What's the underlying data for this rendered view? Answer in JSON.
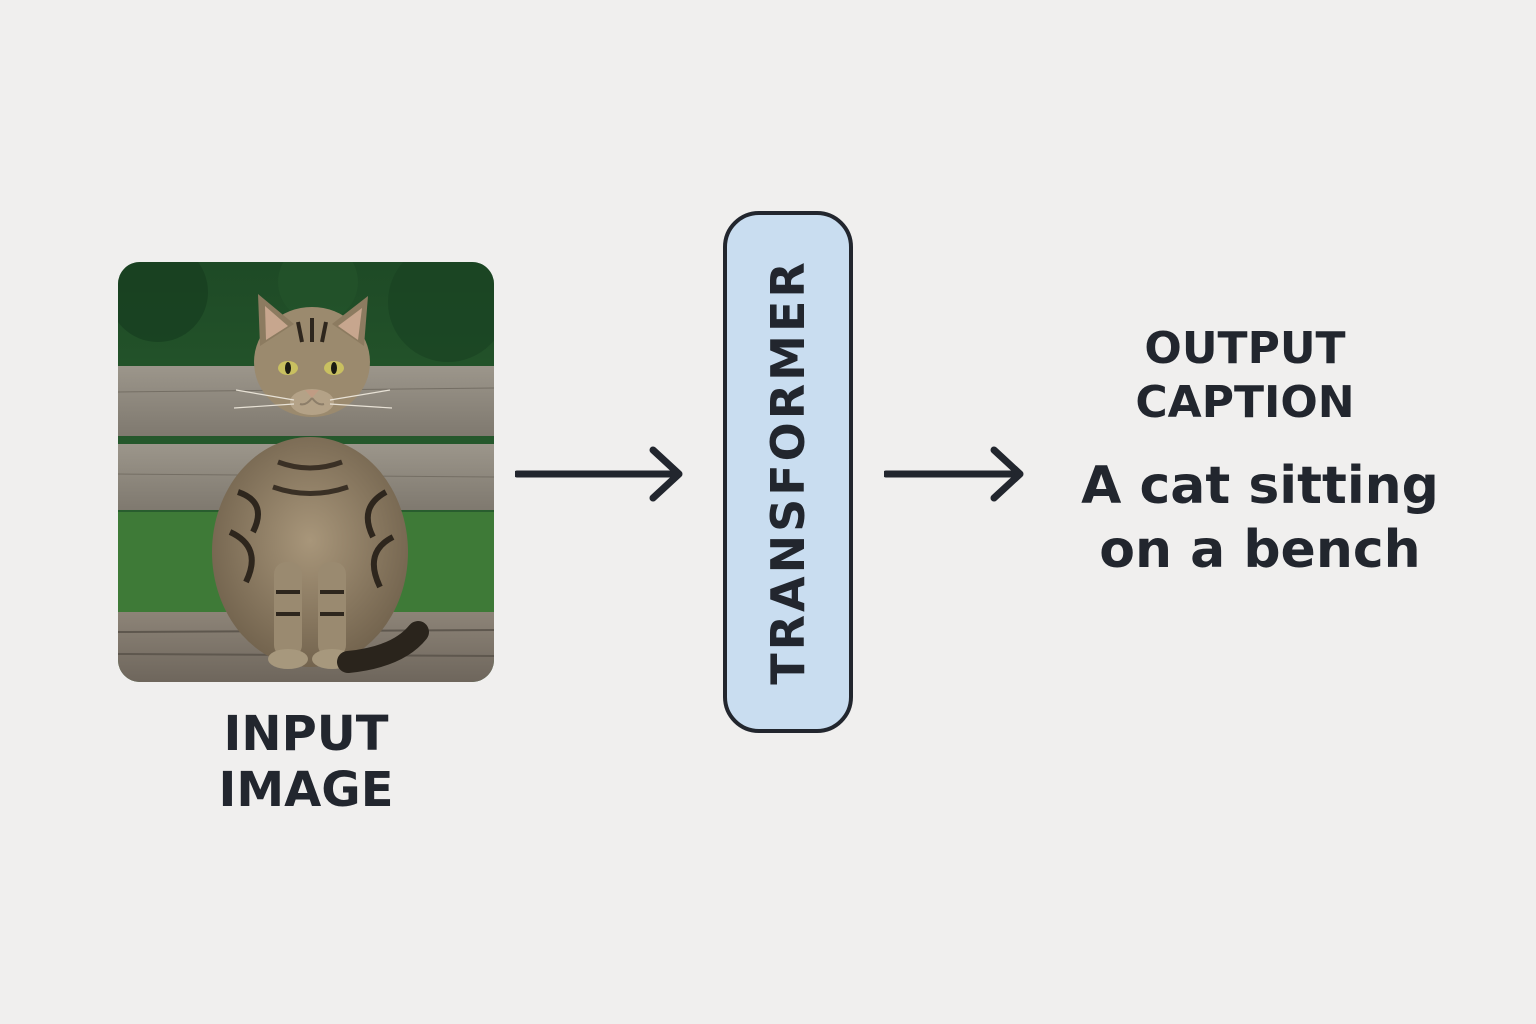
{
  "input": {
    "label_line1": "INPUT",
    "label_line2": "IMAGE",
    "image_subject": "tabby cat sitting on a wooden bench"
  },
  "transformer": {
    "label": "TRANSFORMER",
    "fill_color": "#c9ddf0",
    "border_color": "#22262e"
  },
  "output": {
    "title_line1": "OUTPUT",
    "title_line2": "CAPTION",
    "caption_line1": "A cat sitting",
    "caption_line2": "on a bench"
  },
  "arrows": [
    {
      "from": "input",
      "to": "transformer"
    },
    {
      "from": "transformer",
      "to": "output"
    }
  ],
  "colors": {
    "background": "#f0efee",
    "text": "#22262e"
  }
}
